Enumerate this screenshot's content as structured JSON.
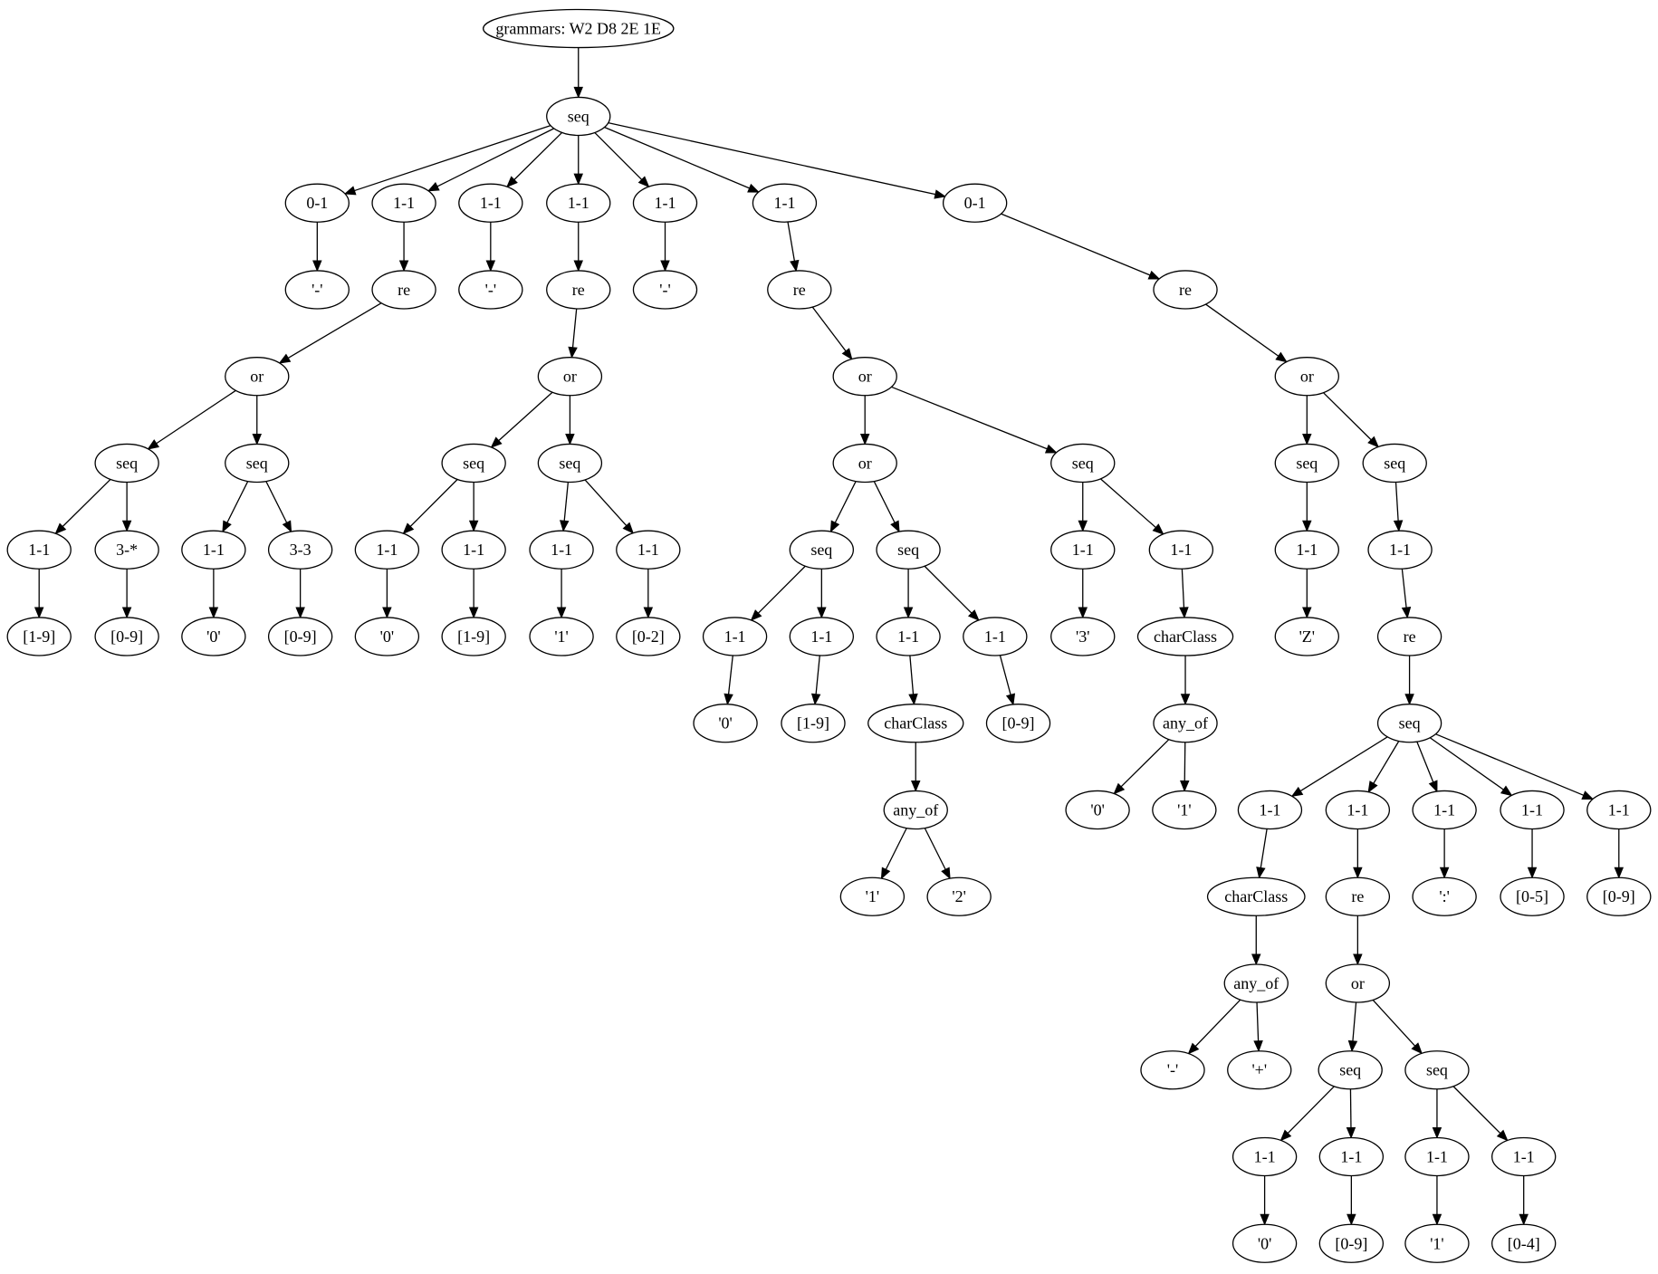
{
  "diagram": {
    "type": "tree",
    "colors": {
      "background": "#ffffff",
      "stroke": "#000000",
      "text": "#000000"
    },
    "nodes": [
      {
        "id": "root",
        "label": "grammars: W2 D8 2E 1E"
      },
      {
        "id": "seq_top",
        "label": "seq"
      },
      {
        "id": "c1",
        "label": "0-1"
      },
      {
        "id": "c1_lit",
        "label": "'-'"
      },
      {
        "id": "c2",
        "label": "1-1"
      },
      {
        "id": "c2_re",
        "label": "re"
      },
      {
        "id": "c2_or",
        "label": "or"
      },
      {
        "id": "c2_seqA",
        "label": "seq"
      },
      {
        "id": "c2_seqA_a",
        "label": "1-1"
      },
      {
        "id": "c2_seqA_a_v",
        "label": "[1-9]"
      },
      {
        "id": "c2_seqA_b",
        "label": "3-*"
      },
      {
        "id": "c2_seqA_b_v",
        "label": "[0-9]"
      },
      {
        "id": "c2_seqB",
        "label": "seq"
      },
      {
        "id": "c2_seqB_a",
        "label": "1-1"
      },
      {
        "id": "c2_seqB_a_v",
        "label": "'0'"
      },
      {
        "id": "c2_seqB_b",
        "label": "3-3"
      },
      {
        "id": "c2_seqB_b_v",
        "label": "[0-9]"
      },
      {
        "id": "c3",
        "label": "1-1"
      },
      {
        "id": "c3_lit",
        "label": "'-'"
      },
      {
        "id": "c4",
        "label": "1-1"
      },
      {
        "id": "c4_re",
        "label": "re"
      },
      {
        "id": "c4_or",
        "label": "or"
      },
      {
        "id": "c4_seqA",
        "label": "seq"
      },
      {
        "id": "c4_seqA_a",
        "label": "1-1"
      },
      {
        "id": "c4_seqA_a_v",
        "label": "'0'"
      },
      {
        "id": "c4_seqA_b",
        "label": "1-1"
      },
      {
        "id": "c4_seqA_b_v",
        "label": "[1-9]"
      },
      {
        "id": "c4_seqB",
        "label": "seq"
      },
      {
        "id": "c4_seqB_a",
        "label": "1-1"
      },
      {
        "id": "c4_seqB_a_v",
        "label": "'1'"
      },
      {
        "id": "c4_seqB_b",
        "label": "1-1"
      },
      {
        "id": "c4_seqB_b_v",
        "label": "[0-2]"
      },
      {
        "id": "c5",
        "label": "1-1"
      },
      {
        "id": "c5_lit",
        "label": "'-'"
      },
      {
        "id": "c6",
        "label": "1-1"
      },
      {
        "id": "c6_re",
        "label": "re"
      },
      {
        "id": "c6_or",
        "label": "or"
      },
      {
        "id": "c6_or2",
        "label": "or"
      },
      {
        "id": "c6_seqA",
        "label": "seq"
      },
      {
        "id": "c6_seqA_a",
        "label": "1-1"
      },
      {
        "id": "c6_seqA_a_v",
        "label": "'0'"
      },
      {
        "id": "c6_seqA_b",
        "label": "1-1"
      },
      {
        "id": "c6_seqA_b_v",
        "label": "[1-9]"
      },
      {
        "id": "c6_seqB",
        "label": "seq"
      },
      {
        "id": "c6_seqB_a",
        "label": "1-1"
      },
      {
        "id": "c6_seqB_a_cc",
        "label": "charClass"
      },
      {
        "id": "c6_seqB_a_any",
        "label": "any_of"
      },
      {
        "id": "c6_seqB_a_any_1",
        "label": "'1'"
      },
      {
        "id": "c6_seqB_a_any_2",
        "label": "'2'"
      },
      {
        "id": "c6_seqB_b",
        "label": "1-1"
      },
      {
        "id": "c6_seqB_b_v",
        "label": "[0-9]"
      },
      {
        "id": "c6_seqC",
        "label": "seq"
      },
      {
        "id": "c6_seqC_a",
        "label": "1-1"
      },
      {
        "id": "c6_seqC_a_v",
        "label": "'3'"
      },
      {
        "id": "c6_seqC_b",
        "label": "1-1"
      },
      {
        "id": "c6_seqC_b_cc",
        "label": "charClass"
      },
      {
        "id": "c6_seqC_b_any",
        "label": "any_of"
      },
      {
        "id": "c6_seqC_b_any_0",
        "label": "'0'"
      },
      {
        "id": "c6_seqC_b_any_1",
        "label": "'1'"
      },
      {
        "id": "c7",
        "label": "0-1"
      },
      {
        "id": "c7_re",
        "label": "re"
      },
      {
        "id": "c7_or",
        "label": "or"
      },
      {
        "id": "c7_seqA",
        "label": "seq"
      },
      {
        "id": "c7_seqA_a",
        "label": "1-1"
      },
      {
        "id": "c7_seqA_a_v",
        "label": "'Z'"
      },
      {
        "id": "c7_seqB",
        "label": "seq"
      },
      {
        "id": "c7_seqB_a",
        "label": "1-1"
      },
      {
        "id": "c7_seqB_re",
        "label": "re"
      },
      {
        "id": "c7_seqB_seq",
        "label": "seq"
      },
      {
        "id": "c7_s1",
        "label": "1-1"
      },
      {
        "id": "c7_s1_cc",
        "label": "charClass"
      },
      {
        "id": "c7_s1_any",
        "label": "any_of"
      },
      {
        "id": "c7_s1_any_minus",
        "label": "'-'"
      },
      {
        "id": "c7_s1_any_plus",
        "label": "'+'"
      },
      {
        "id": "c7_s2",
        "label": "1-1"
      },
      {
        "id": "c7_s2_re",
        "label": "re"
      },
      {
        "id": "c7_s2_or",
        "label": "or"
      },
      {
        "id": "c7_s2_seqA",
        "label": "seq"
      },
      {
        "id": "c7_s2_seqA_a",
        "label": "1-1"
      },
      {
        "id": "c7_s2_seqA_a_v",
        "label": "'0'"
      },
      {
        "id": "c7_s2_seqA_b",
        "label": "1-1"
      },
      {
        "id": "c7_s2_seqA_b_v",
        "label": "[0-9]"
      },
      {
        "id": "c7_s2_seqB",
        "label": "seq"
      },
      {
        "id": "c7_s2_seqB_a",
        "label": "1-1"
      },
      {
        "id": "c7_s2_seqB_a_v",
        "label": "'1'"
      },
      {
        "id": "c7_s2_seqB_b",
        "label": "1-1"
      },
      {
        "id": "c7_s2_seqB_b_v",
        "label": "[0-4]"
      },
      {
        "id": "c7_s3",
        "label": "1-1"
      },
      {
        "id": "c7_s3_v",
        "label": "':'"
      },
      {
        "id": "c7_s4",
        "label": "1-1"
      },
      {
        "id": "c7_s4_v",
        "label": "[0-5]"
      },
      {
        "id": "c7_s5",
        "label": "1-1"
      },
      {
        "id": "c7_s5_v",
        "label": "[0-9]"
      }
    ],
    "edges": [
      [
        "root",
        "seq_top"
      ],
      [
        "seq_top",
        "c1"
      ],
      [
        "seq_top",
        "c2"
      ],
      [
        "seq_top",
        "c3"
      ],
      [
        "seq_top",
        "c4"
      ],
      [
        "seq_top",
        "c5"
      ],
      [
        "seq_top",
        "c6"
      ],
      [
        "seq_top",
        "c7"
      ],
      [
        "c1",
        "c1_lit"
      ],
      [
        "c2",
        "c2_re"
      ],
      [
        "c2_re",
        "c2_or"
      ],
      [
        "c2_or",
        "c2_seqA"
      ],
      [
        "c2_or",
        "c2_seqB"
      ],
      [
        "c2_seqA",
        "c2_seqA_a"
      ],
      [
        "c2_seqA_a",
        "c2_seqA_a_v"
      ],
      [
        "c2_seqA",
        "c2_seqA_b"
      ],
      [
        "c2_seqA_b",
        "c2_seqA_b_v"
      ],
      [
        "c2_seqB",
        "c2_seqB_a"
      ],
      [
        "c2_seqB_a",
        "c2_seqB_a_v"
      ],
      [
        "c2_seqB",
        "c2_seqB_b"
      ],
      [
        "c2_seqB_b",
        "c2_seqB_b_v"
      ],
      [
        "c3",
        "c3_lit"
      ],
      [
        "c4",
        "c4_re"
      ],
      [
        "c4_re",
        "c4_or"
      ],
      [
        "c4_or",
        "c4_seqA"
      ],
      [
        "c4_or",
        "c4_seqB"
      ],
      [
        "c4_seqA",
        "c4_seqA_a"
      ],
      [
        "c4_seqA_a",
        "c4_seqA_a_v"
      ],
      [
        "c4_seqA",
        "c4_seqA_b"
      ],
      [
        "c4_seqA_b",
        "c4_seqA_b_v"
      ],
      [
        "c4_seqB",
        "c4_seqB_a"
      ],
      [
        "c4_seqB_a",
        "c4_seqB_a_v"
      ],
      [
        "c4_seqB",
        "c4_seqB_b"
      ],
      [
        "c4_seqB_b",
        "c4_seqB_b_v"
      ],
      [
        "c5",
        "c5_lit"
      ],
      [
        "c6",
        "c6_re"
      ],
      [
        "c6_re",
        "c6_or"
      ],
      [
        "c6_or",
        "c6_or2"
      ],
      [
        "c6_or",
        "c6_seqC"
      ],
      [
        "c6_or2",
        "c6_seqA"
      ],
      [
        "c6_or2",
        "c6_seqB"
      ],
      [
        "c6_seqA",
        "c6_seqA_a"
      ],
      [
        "c6_seqA_a",
        "c6_seqA_a_v"
      ],
      [
        "c6_seqA",
        "c6_seqA_b"
      ],
      [
        "c6_seqA_b",
        "c6_seqA_b_v"
      ],
      [
        "c6_seqB",
        "c6_seqB_a"
      ],
      [
        "c6_seqB_a",
        "c6_seqB_a_cc"
      ],
      [
        "c6_seqB_a_cc",
        "c6_seqB_a_any"
      ],
      [
        "c6_seqB_a_any",
        "c6_seqB_a_any_1"
      ],
      [
        "c6_seqB_a_any",
        "c6_seqB_a_any_2"
      ],
      [
        "c6_seqB",
        "c6_seqB_b"
      ],
      [
        "c6_seqB_b",
        "c6_seqB_b_v"
      ],
      [
        "c6_seqC",
        "c6_seqC_a"
      ],
      [
        "c6_seqC_a",
        "c6_seqC_a_v"
      ],
      [
        "c6_seqC",
        "c6_seqC_b"
      ],
      [
        "c6_seqC_b",
        "c6_seqC_b_cc"
      ],
      [
        "c6_seqC_b_cc",
        "c6_seqC_b_any"
      ],
      [
        "c6_seqC_b_any",
        "c6_seqC_b_any_0"
      ],
      [
        "c6_seqC_b_any",
        "c6_seqC_b_any_1"
      ],
      [
        "c7",
        "c7_re"
      ],
      [
        "c7_re",
        "c7_or"
      ],
      [
        "c7_or",
        "c7_seqA"
      ],
      [
        "c7_or",
        "c7_seqB"
      ],
      [
        "c7_seqA",
        "c7_seqA_a"
      ],
      [
        "c7_seqA_a",
        "c7_seqA_a_v"
      ],
      [
        "c7_seqB",
        "c7_seqB_a"
      ],
      [
        "c7_seqB_a",
        "c7_seqB_re"
      ],
      [
        "c7_seqB_re",
        "c7_seqB_seq"
      ],
      [
        "c7_seqB_seq",
        "c7_s1"
      ],
      [
        "c7_seqB_seq",
        "c7_s2"
      ],
      [
        "c7_seqB_seq",
        "c7_s3"
      ],
      [
        "c7_seqB_seq",
        "c7_s4"
      ],
      [
        "c7_seqB_seq",
        "c7_s5"
      ],
      [
        "c7_s1",
        "c7_s1_cc"
      ],
      [
        "c7_s1_cc",
        "c7_s1_any"
      ],
      [
        "c7_s1_any",
        "c7_s1_any_minus"
      ],
      [
        "c7_s1_any",
        "c7_s1_any_plus"
      ],
      [
        "c7_s2",
        "c7_s2_re"
      ],
      [
        "c7_s2_re",
        "c7_s2_or"
      ],
      [
        "c7_s2_or",
        "c7_s2_seqA"
      ],
      [
        "c7_s2_or",
        "c7_s2_seqB"
      ],
      [
        "c7_s2_seqA",
        "c7_s2_seqA_a"
      ],
      [
        "c7_s2_seqA_a",
        "c7_s2_seqA_a_v"
      ],
      [
        "c7_s2_seqA",
        "c7_s2_seqA_b"
      ],
      [
        "c7_s2_seqA_b",
        "c7_s2_seqA_b_v"
      ],
      [
        "c7_s2_seqB",
        "c7_s2_seqB_a"
      ],
      [
        "c7_s2_seqB_a",
        "c7_s2_seqB_a_v"
      ],
      [
        "c7_s2_seqB",
        "c7_s2_seqB_b"
      ],
      [
        "c7_s2_seqB_b",
        "c7_s2_seqB_b_v"
      ],
      [
        "c7_s3",
        "c7_s3_v"
      ],
      [
        "c7_s4",
        "c7_s4_v"
      ],
      [
        "c7_s5",
        "c7_s5_v"
      ]
    ]
  }
}
